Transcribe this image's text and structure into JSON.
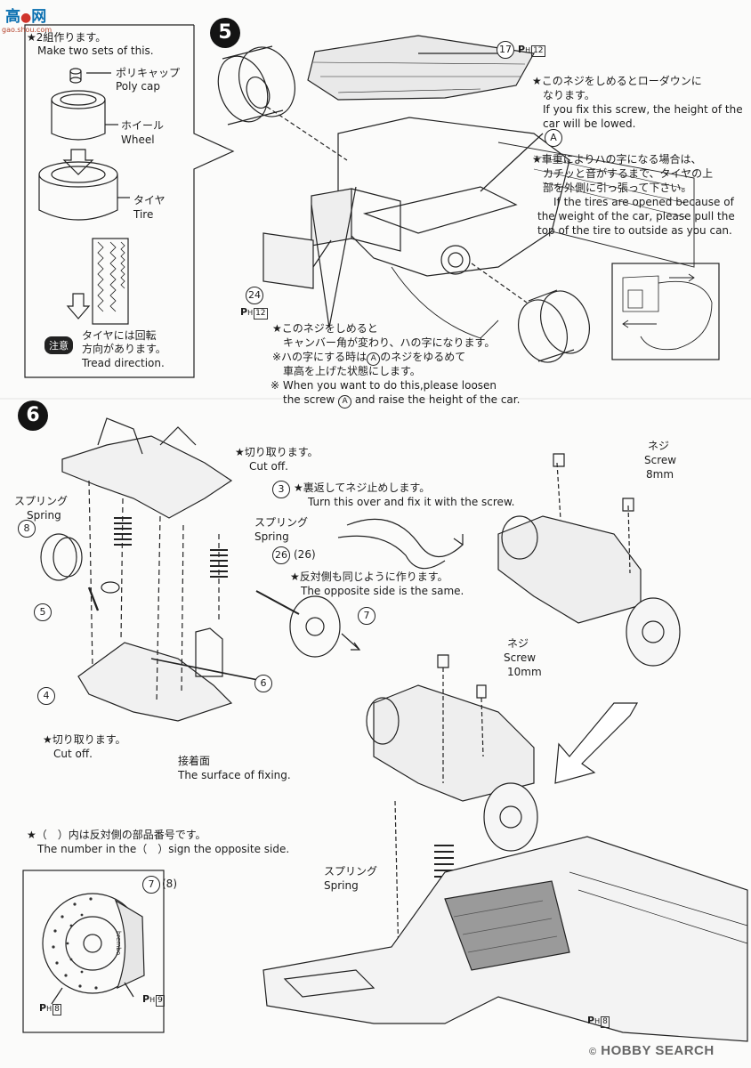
{
  "header": {
    "site_mark": "高",
    "site_name": "网",
    "site_url": "gao.shou.com"
  },
  "step5": {
    "number": "5",
    "inset": {
      "make_two_jp": "★2組作ります。",
      "make_two_en": "Make two sets of this.",
      "polycap_jp": "ポリキャップ",
      "polycap_en": "Poly cap",
      "wheel_jp": "ホイール",
      "wheel_en": "Wheel",
      "tire_jp": "タイヤ",
      "tire_en": "Tire",
      "caution_badge": "注意",
      "tread_jp_1": "タイヤには回転",
      "tread_jp_2": "方向があります。",
      "tread_en": "Tread direction."
    },
    "part_17": "17",
    "part_17_ph": "12",
    "part_24": "24",
    "part_24_ph": "12",
    "ph_prefix": "P",
    "ph_h": "H",
    "label_a": "A",
    "note_lower_jp_1": "★このネジをしめるとローダウンに",
    "note_lower_jp_2": "なります。",
    "note_lower_en_1": "If you fix this screw, the height of the",
    "note_lower_en_2": "car will be lowed.",
    "note_tire_jp_1": "★車重によりハの字になる場合は、",
    "note_tire_jp_2": "カチッと音がするまで、タイヤの上",
    "note_tire_jp_3": "部を外側に引っ張って下さい。",
    "note_tire_en_1": "If the tires are opened because of",
    "note_tire_en_2": "the weight of the car, please pull the",
    "note_tire_en_3": "top of the tire to outside as you can.",
    "note_camber_jp_1": "★このネジをしめると",
    "note_camber_jp_2": "キャンバー角が変わり、ハの字になります。",
    "note_camber_jp_3": "※ハの字にする時は",
    "note_camber_jp_3b": "のネジをゆるめて",
    "note_camber_jp_4": "車高を上げた状態にします。",
    "note_camber_en_1": "※ When you want to do this,please loosen",
    "note_camber_en_2a": "the screw",
    "note_camber_en_2b": "and raise the height of the car."
  },
  "step6": {
    "number": "6",
    "cut_off_jp": "★切り取ります。",
    "cut_off_en": "Cut off.",
    "turn_over_jp": "★裏返してネジ止めします。",
    "turn_over_en": "Turn this over and fix it with the screw.",
    "spring_jp": "スプリング",
    "spring_en": "Spring",
    "opposite_jp": "★反対側も同じように作ります。",
    "opposite_en": "The opposite side is the same.",
    "surface_jp": "接着面",
    "surface_en": "The surface of fixing.",
    "screw_jp": "ネジ",
    "screw_en": "Screw",
    "screw_8": "8mm",
    "screw_10": "10mm",
    "bracket_note_jp": "★（　）内は反対側の部品番号です。",
    "bracket_note_en": "The number in the（　）sign the opposite side.",
    "part_3": "3",
    "part_4": "4",
    "part_5": "5",
    "part_6": "6",
    "part_7": "7",
    "part_8": "8",
    "part_26": "26",
    "part_26b": "(26)",
    "part_7_8": "(8)",
    "ph_8": "8",
    "ph_9": "9",
    "ph_8b": "8",
    "brand_logo": "brembo"
  },
  "watermark": {
    "text": "HOBBY SEARCH",
    "copyright": "©"
  }
}
